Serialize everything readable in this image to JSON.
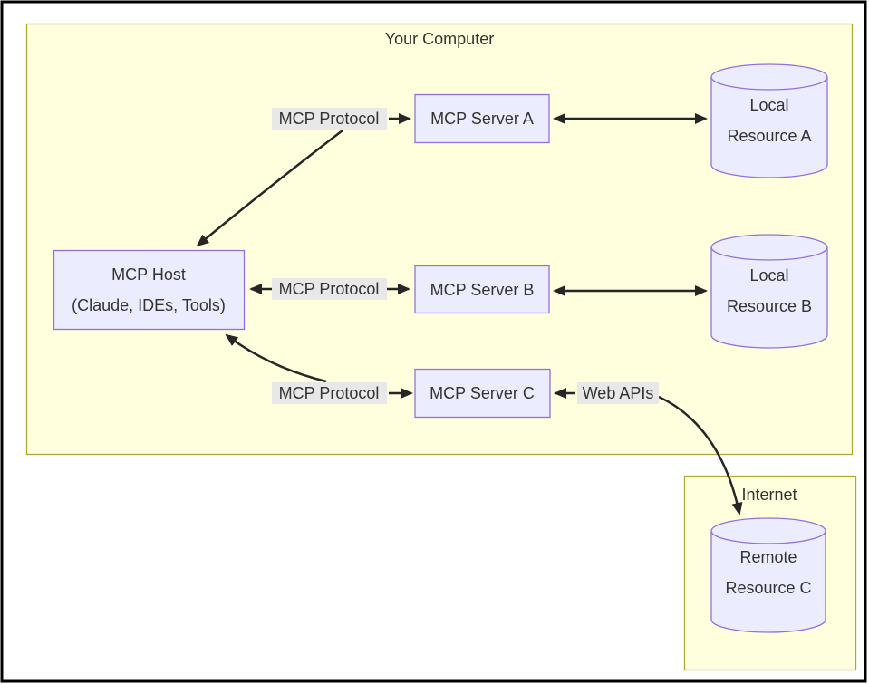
{
  "clusters": {
    "your_computer": "Your Computer",
    "internet": "Internet"
  },
  "nodes": {
    "mcp_host": {
      "line1": "MCP Host",
      "line2": "(Claude, IDEs, Tools)"
    },
    "mcp_server_a": "MCP Server A",
    "mcp_server_b": "MCP Server B",
    "mcp_server_c": "MCP Server C",
    "local_resource_a": {
      "line1": "Local",
      "line2": "Resource A"
    },
    "local_resource_b": {
      "line1": "Local",
      "line2": "Resource B"
    },
    "remote_resource_c": {
      "line1": "Remote",
      "line2": "Resource C"
    }
  },
  "edge_labels": {
    "host_server_a": "MCP Protocol",
    "host_server_b": "MCP Protocol",
    "host_server_c": "MCP Protocol",
    "server_c_internet": "Web APIs"
  },
  "colors": {
    "node_fill": "#ECECFF",
    "node_border": "#9370DB",
    "cluster_fill": "#ffffde",
    "cluster_border": "#aaaa33",
    "edge": "#262626",
    "edge_label_bg": "#e8e8e8",
    "text": "#333333",
    "outer_border": "#000000"
  }
}
